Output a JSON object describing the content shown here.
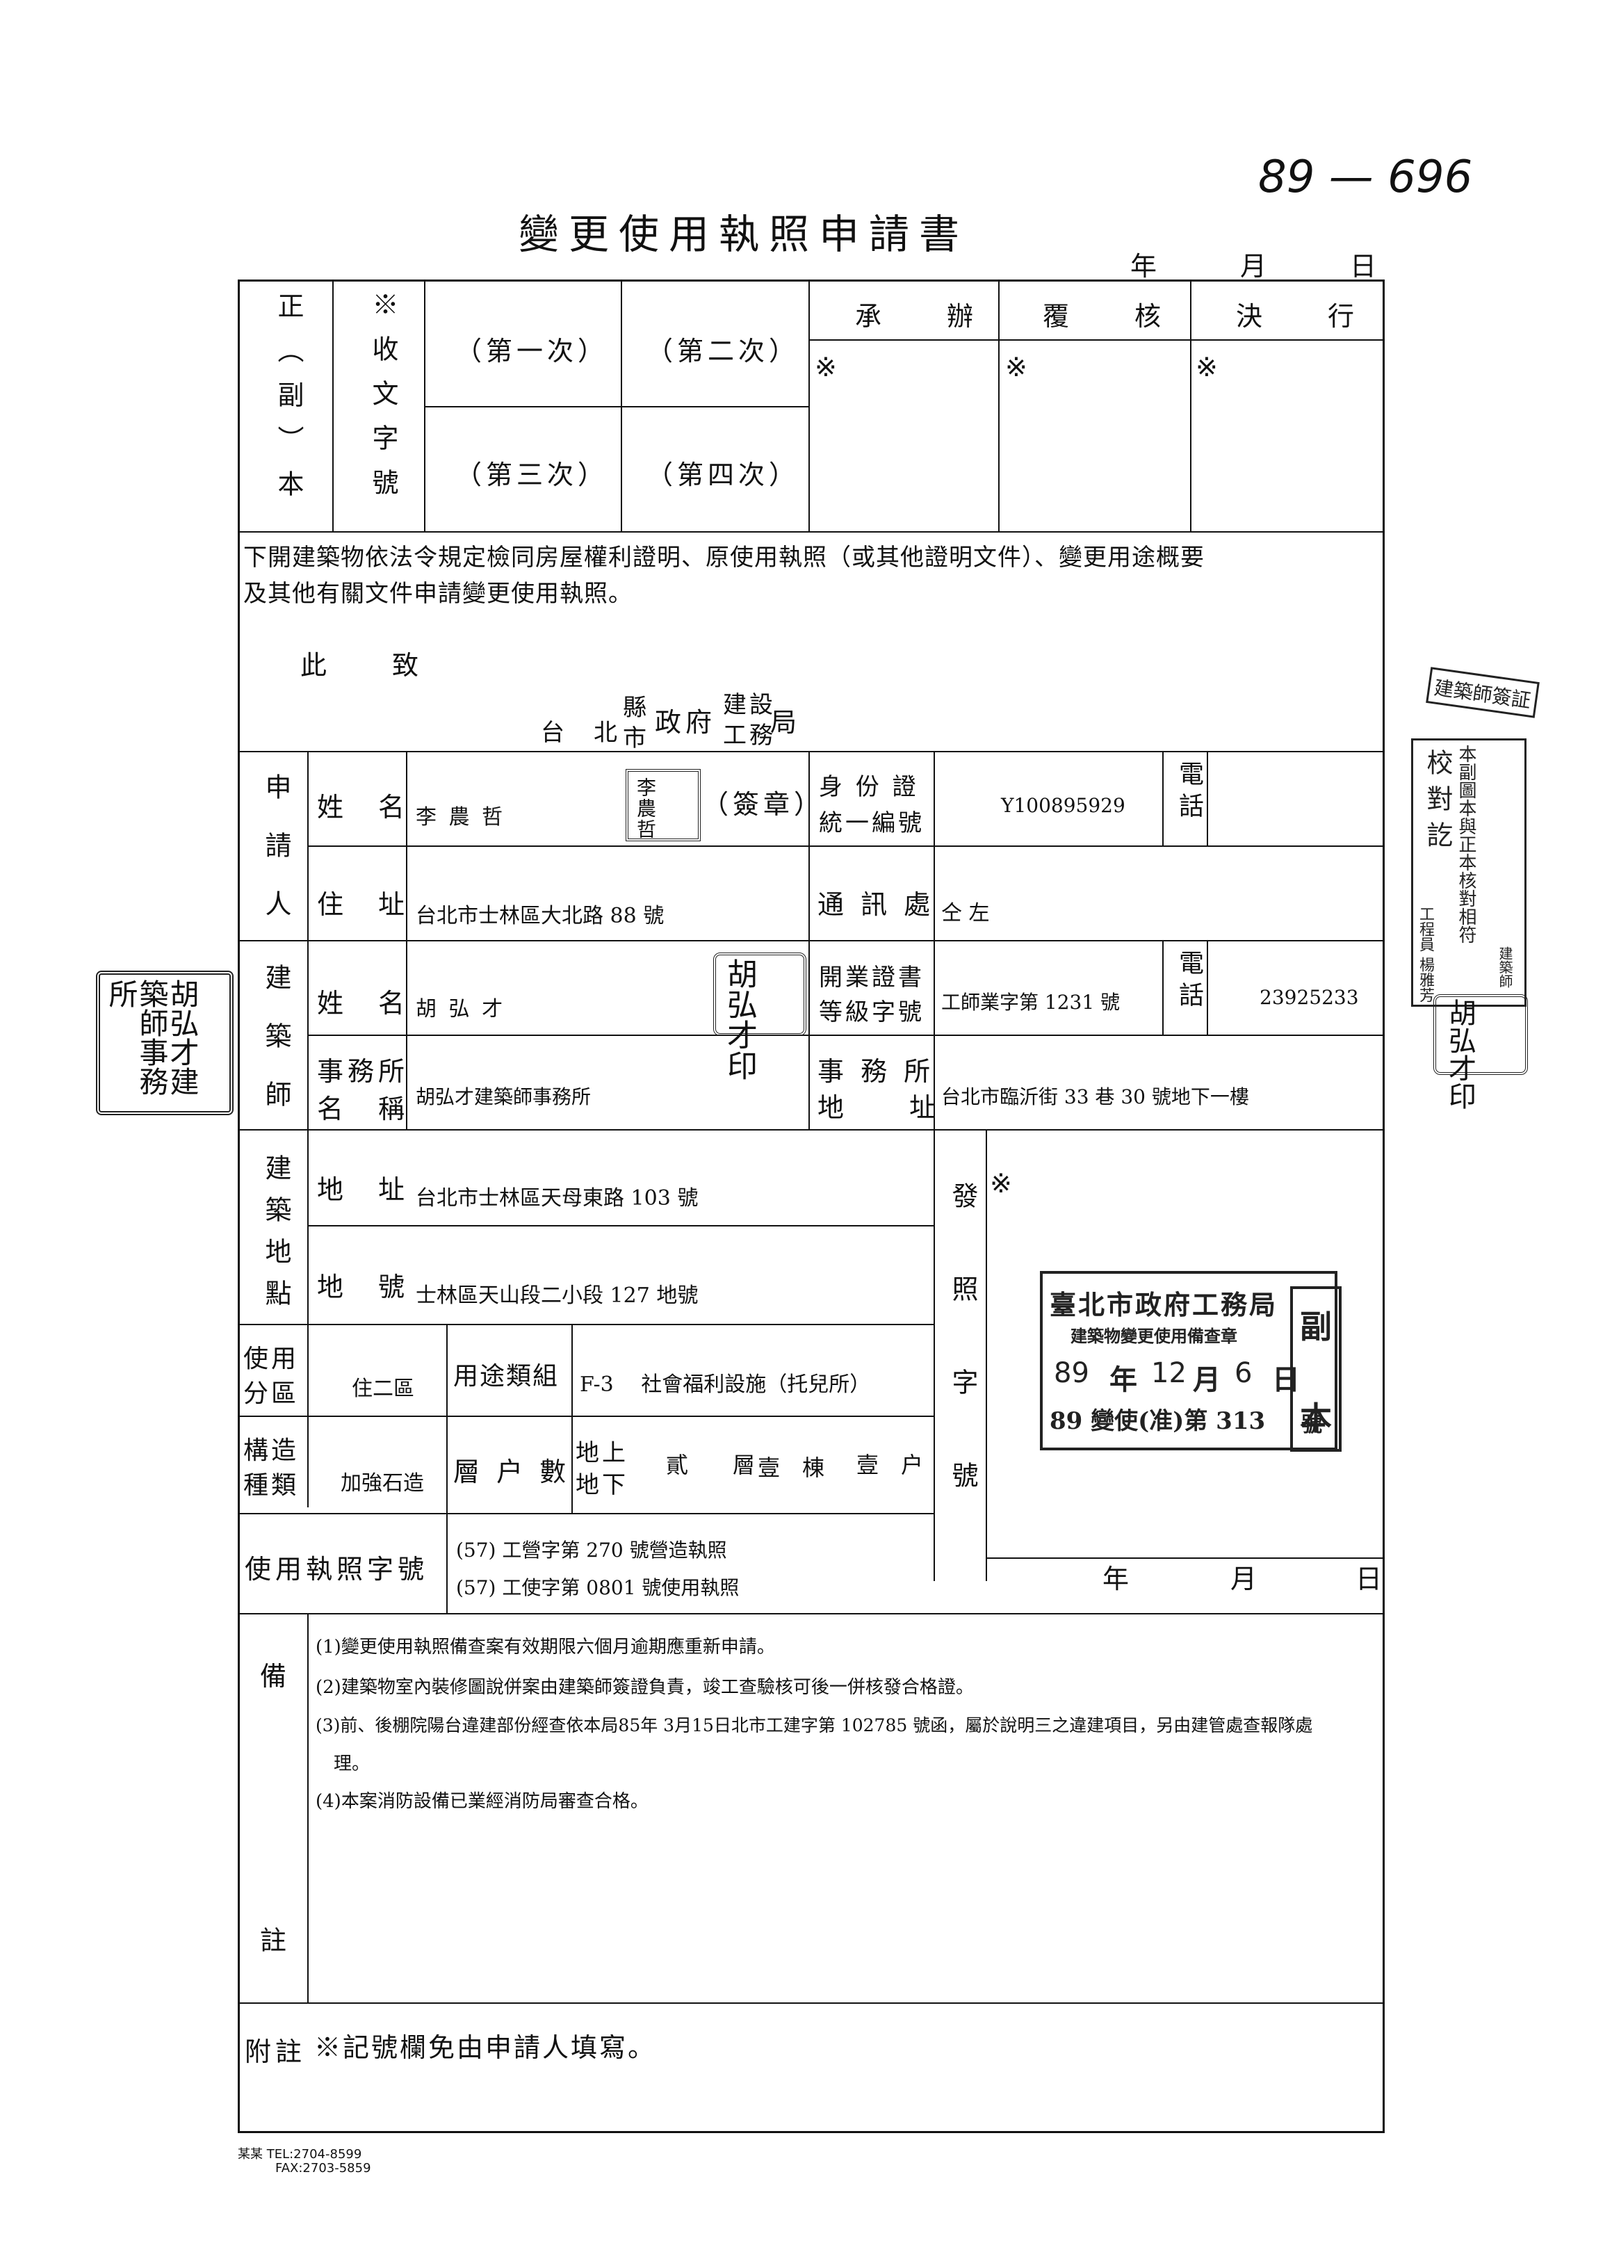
{
  "doc_number": "89 — 696",
  "title": "變更使用執照申請書",
  "date_labels": {
    "year": "年",
    "month": "月",
    "day": "日"
  },
  "header": {
    "copy_type": "正（副）本",
    "receipt_no": "※收文字號",
    "rounds": [
      "（第一次）",
      "（第二次）",
      "（第三次）",
      "（第四次）"
    ],
    "reviewers": [
      "承　　辦",
      "覆　　核",
      "決　　行"
    ],
    "mark": "※"
  },
  "statement": {
    "line1": "下開建築物依法令規定檢同房屋權利證明、原使用執照（或其他證明文件）、變更用途概要",
    "line2": "及其他有關文件申請變更使用執照。",
    "salutation": "此　　致",
    "authority_city": "台　北",
    "authority_county": "縣",
    "authority_city_sub": "市",
    "authority_gov": "政府",
    "authority_bureau_top": "建設",
    "authority_bureau_bottom": "工務",
    "authority_suffix": "局"
  },
  "applicant": {
    "section": "申請人",
    "name_label": "姓　名",
    "name": "李 農 哲",
    "seal_label": "（簽章）",
    "seal_text": "李農哲",
    "id_label_1": "身 份 證",
    "id_label_2": "統一編號",
    "id": "Y100895929",
    "phone_label": "電話",
    "phone": "",
    "address_label": "住　址",
    "address": "台北市士林區大北路 88 號",
    "contact_label": "通 訊 處",
    "contact": "仝 左"
  },
  "architect": {
    "section": "建築師",
    "name_label": "姓　名",
    "name": "胡 弘 才",
    "license_label_1": "開業證書",
    "license_label_2": "等級字號",
    "license": "工師業字第 1231 號",
    "phone_label": "電話",
    "phone": "23925233",
    "office_label_1": "事務所",
    "office_label_2": "名　稱",
    "office": "胡弘才建築師事務所",
    "office_addr_label_1": "事 務 所",
    "office_addr_label_2": "地　　址",
    "office_addr": "台北市臨沂街 33 巷 30 號地下一樓"
  },
  "site": {
    "section": "建築地點",
    "address_label": "地　址",
    "address": "台北市士林區天母東路 103 號",
    "lot_label": "地　號",
    "lot": "士林區天山段二小段 127 地號",
    "issue_label": "發照字號",
    "issue_mark": "※"
  },
  "usage": {
    "zone_label": "使用分區",
    "zone": "住二區",
    "group_label": "用途類組",
    "group": "F-3　 社會福利設施（托兒所）",
    "structure_label": "構造種類",
    "structure": "加強石造",
    "floors_label": "層 户 數",
    "above": "地上",
    "below": "地下",
    "floors": "貳　　層",
    "buildings": "壹　棟",
    "households": "壹　户",
    "license_label": "使用執照字號",
    "license_1": "(57) 工營字第 270 號營造執照",
    "license_2": "(57) 工使字第 0801 號使用執照"
  },
  "remarks": {
    "label_top": "備",
    "label_bottom": "註",
    "items": [
      "(1)變更使用執照備查案有效期限六個月逾期應重新申請。",
      "(2)建築物室內裝修圖說併案由建築師簽證負責，竣工查驗核可後一併核發合格證。",
      "(3)前、後棚院陽台違建部份經查依本局85年 3月15日北市工建字第 102785 號函，屬於說明三之違建項目，另由建管處查報隊處",
      "　理。",
      "(4)本案消防設備已業經消防局審查合格。"
    ],
    "note_label": "附註",
    "note": "※記號欄免由申請人填寫。"
  },
  "footer": {
    "tel": "某某 TEL:2704-8599",
    "fax": "FAX:2703-5859"
  },
  "stamp_approval": {
    "line1": "臺北市政府工務局",
    "line2": "建築物變更使用備查章",
    "year": "89",
    "year_unit": "年",
    "month": "12",
    "month_unit": "月",
    "day": "6",
    "day_unit": "日",
    "number": "89 變使(准)第 313",
    "number_unit": "號",
    "side_top": "副",
    "side_bottom": "本"
  },
  "side_stamp": {
    "title": "建築師簽証",
    "check_label": "校對訖",
    "text": "本副圖本與正本核對相符",
    "extra": "工程員 楊雅芳",
    "extra2": "建築師"
  },
  "architect_seal": "胡弘才建築師事務所",
  "architect_small_seal": "胡弘才印"
}
